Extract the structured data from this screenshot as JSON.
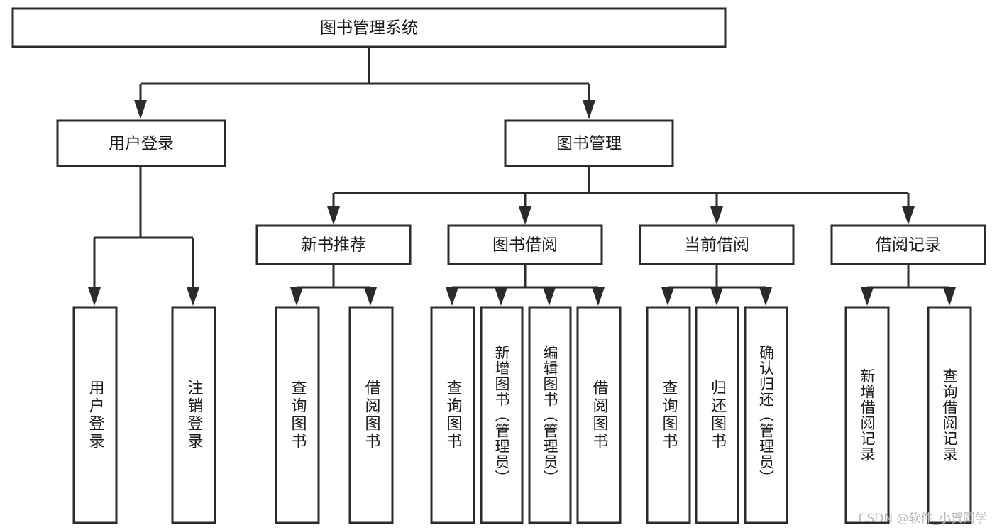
{
  "diagram": {
    "title": "图书管理系统",
    "type": "hierarchy-tree",
    "root": {
      "id": "root",
      "label": "图书管理系统"
    },
    "level2": [
      {
        "id": "user-login",
        "label": "用户登录"
      },
      {
        "id": "book-manage",
        "label": "图书管理"
      }
    ],
    "level3": [
      {
        "id": "new-book-recommend",
        "label": "新书推荐"
      },
      {
        "id": "book-borrow",
        "label": "图书借阅"
      },
      {
        "id": "current-borrow",
        "label": "当前借阅"
      },
      {
        "id": "borrow-record",
        "label": "借阅记录"
      }
    ],
    "leaves": {
      "user_login": [
        {
          "id": "leaf-user-login",
          "label": "用户登录"
        },
        {
          "id": "leaf-user-logout",
          "label": "注销登录"
        }
      ],
      "new_book_recommend": [
        {
          "id": "leaf-query-book-1",
          "label": "查询图书"
        },
        {
          "id": "leaf-borrow-book-1",
          "label": "借阅图书"
        }
      ],
      "book_borrow": [
        {
          "id": "leaf-query-book-2",
          "label": "查询图书"
        },
        {
          "id": "leaf-add-book",
          "label": "新增图书（管理员）"
        },
        {
          "id": "leaf-edit-book",
          "label": "编辑图书（管理员）"
        },
        {
          "id": "leaf-borrow-book-2",
          "label": "借阅图书"
        }
      ],
      "current_borrow": [
        {
          "id": "leaf-query-book-3",
          "label": "查询图书"
        },
        {
          "id": "leaf-return-book",
          "label": "归还图书"
        },
        {
          "id": "leaf-confirm-return",
          "label": "确认归还（管理员）"
        }
      ],
      "borrow_record": [
        {
          "id": "leaf-add-record",
          "label": "新增借阅记录"
        },
        {
          "id": "leaf-query-record",
          "label": "查询借阅记录"
        }
      ]
    }
  },
  "watermark": {
    "text": "CSDN @软件_小贺同学"
  },
  "colors": {
    "stroke": "#2b2b2b",
    "fill": "#ffffff",
    "text": "#1a1a1a",
    "watermark": "#b8b8b8"
  }
}
